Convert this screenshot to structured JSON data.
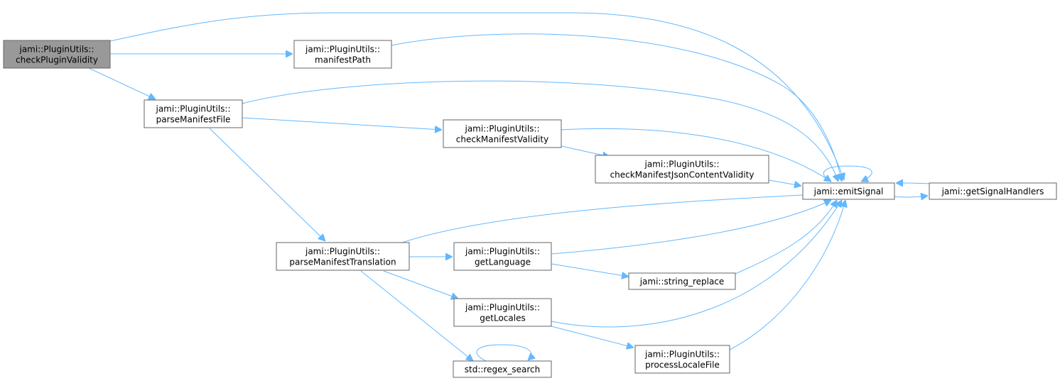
{
  "diagram": {
    "nodes": [
      {
        "id": "n_checkPluginValidity",
        "lines": [
          "jami::PluginUtils::",
          "checkPluginValidity"
        ],
        "highlight": true
      },
      {
        "id": "n_manifestPath",
        "lines": [
          "jami::PluginUtils::",
          "manifestPath"
        ]
      },
      {
        "id": "n_parseManifestFile",
        "lines": [
          "jami::PluginUtils::",
          "parseManifestFile"
        ]
      },
      {
        "id": "n_checkManifestValidity",
        "lines": [
          "jami::PluginUtils::",
          "checkManifestValidity"
        ]
      },
      {
        "id": "n_checkManifestJsonContentValidity",
        "lines": [
          "jami::PluginUtils::",
          "checkManifestJsonContentValidity"
        ]
      },
      {
        "id": "n_emitSignal",
        "lines": [
          "jami::emitSignal"
        ]
      },
      {
        "id": "n_getSignalHandlers",
        "lines": [
          "jami::getSignalHandlers"
        ]
      },
      {
        "id": "n_parseManifestTranslation",
        "lines": [
          "jami::PluginUtils::",
          "parseManifestTranslation"
        ]
      },
      {
        "id": "n_getLanguage",
        "lines": [
          "jami::PluginUtils::",
          "getLanguage"
        ]
      },
      {
        "id": "n_string_replace",
        "lines": [
          "jami::string_replace"
        ]
      },
      {
        "id": "n_getLocales",
        "lines": [
          "jami::PluginUtils::",
          "getLocales"
        ]
      },
      {
        "id": "n_processLocaleFile",
        "lines": [
          "jami::PluginUtils::",
          "processLocaleFile"
        ]
      },
      {
        "id": "n_regex_search",
        "lines": [
          "std::regex_search"
        ]
      }
    ],
    "edges": [
      {
        "from": "n_checkPluginValidity",
        "to": "n_emitSignal"
      },
      {
        "from": "n_checkPluginValidity",
        "to": "n_manifestPath"
      },
      {
        "from": "n_checkPluginValidity",
        "to": "n_parseManifestFile"
      },
      {
        "from": "n_manifestPath",
        "to": "n_emitSignal"
      },
      {
        "from": "n_parseManifestFile",
        "to": "n_emitSignal"
      },
      {
        "from": "n_parseManifestFile",
        "to": "n_checkManifestValidity"
      },
      {
        "from": "n_parseManifestFile",
        "to": "n_parseManifestTranslation"
      },
      {
        "from": "n_checkManifestValidity",
        "to": "n_emitSignal"
      },
      {
        "from": "n_checkManifestValidity",
        "to": "n_checkManifestJsonContentValidity"
      },
      {
        "from": "n_checkManifestJsonContentValidity",
        "to": "n_emitSignal"
      },
      {
        "from": "n_emitSignal",
        "to": "n_emitSignal"
      },
      {
        "from": "n_emitSignal",
        "to": "n_getSignalHandlers"
      },
      {
        "from": "n_getSignalHandlers",
        "to": "n_emitSignal"
      },
      {
        "from": "n_parseManifestTranslation",
        "to": "n_emitSignal"
      },
      {
        "from": "n_parseManifestTranslation",
        "to": "n_getLanguage"
      },
      {
        "from": "n_parseManifestTranslation",
        "to": "n_getLocales"
      },
      {
        "from": "n_parseManifestTranslation",
        "to": "n_regex_search"
      },
      {
        "from": "n_getLanguage",
        "to": "n_emitSignal"
      },
      {
        "from": "n_getLanguage",
        "to": "n_string_replace"
      },
      {
        "from": "n_string_replace",
        "to": "n_emitSignal"
      },
      {
        "from": "n_getLocales",
        "to": "n_emitSignal"
      },
      {
        "from": "n_getLocales",
        "to": "n_processLocaleFile"
      },
      {
        "from": "n_processLocaleFile",
        "to": "n_emitSignal"
      },
      {
        "from": "n_regex_search",
        "to": "n_regex_search"
      }
    ]
  },
  "colors": {
    "edge": "#63b8ff",
    "node_border": "#666666",
    "node_fill": "#ffffff",
    "root_fill": "#999999"
  }
}
